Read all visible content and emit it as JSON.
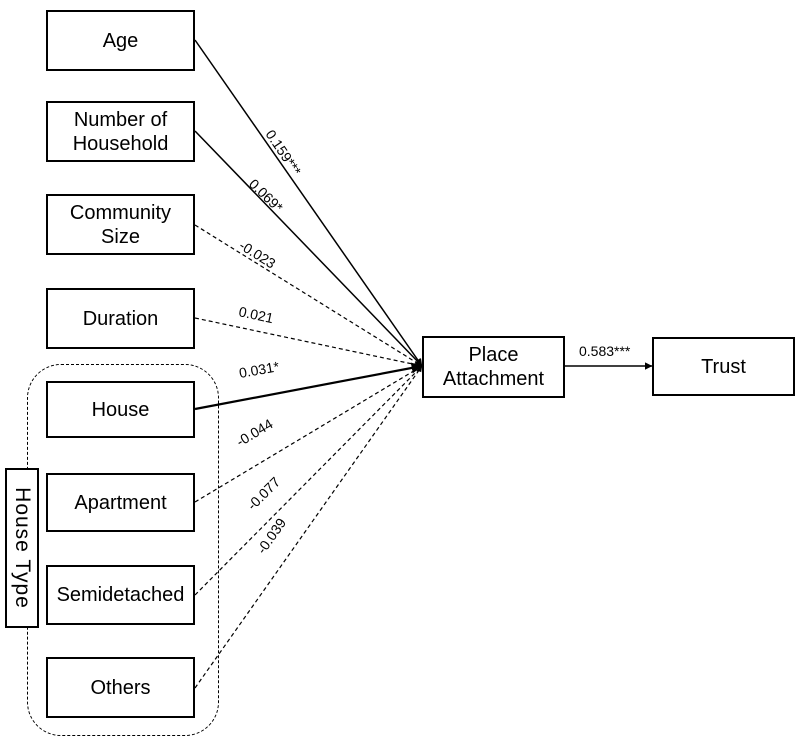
{
  "inputs": {
    "age": "Age",
    "household_line1": "Number of",
    "household_line2": "Household",
    "community_size": "Community Size",
    "duration": "Duration",
    "house": "House",
    "apartment": "Apartment",
    "semidetached": "Semidetached",
    "others": "Others"
  },
  "group": {
    "label": "House Type"
  },
  "mediator": {
    "line1": "Place",
    "line2": "Attachment"
  },
  "outcome": {
    "label": "Trust"
  },
  "paths": [
    {
      "from": "Age",
      "to": "Place Attachment",
      "coefficient": "0.159***",
      "style": "solid"
    },
    {
      "from": "Number of Household",
      "to": "Place Attachment",
      "coefficient": "0.069*",
      "style": "solid"
    },
    {
      "from": "Community Size",
      "to": "Place Attachment",
      "coefficient": "-0.023",
      "style": "dashed"
    },
    {
      "from": "Duration",
      "to": "Place Attachment",
      "coefficient": "0.021",
      "style": "dashed"
    },
    {
      "from": "House",
      "to": "Place Attachment",
      "coefficient": "0.031*",
      "style": "solid"
    },
    {
      "from": "Apartment",
      "to": "Place Attachment",
      "coefficient": "-0.044",
      "style": "dashed"
    },
    {
      "from": "Semidetached",
      "to": "Place Attachment",
      "coefficient": "-0.077",
      "style": "dashed"
    },
    {
      "from": "Others",
      "to": "Place Attachment",
      "coefficient": "-0.039",
      "style": "dashed"
    },
    {
      "from": "Place Attachment",
      "to": "Trust",
      "coefficient": "0.583***",
      "style": "solid"
    }
  ]
}
